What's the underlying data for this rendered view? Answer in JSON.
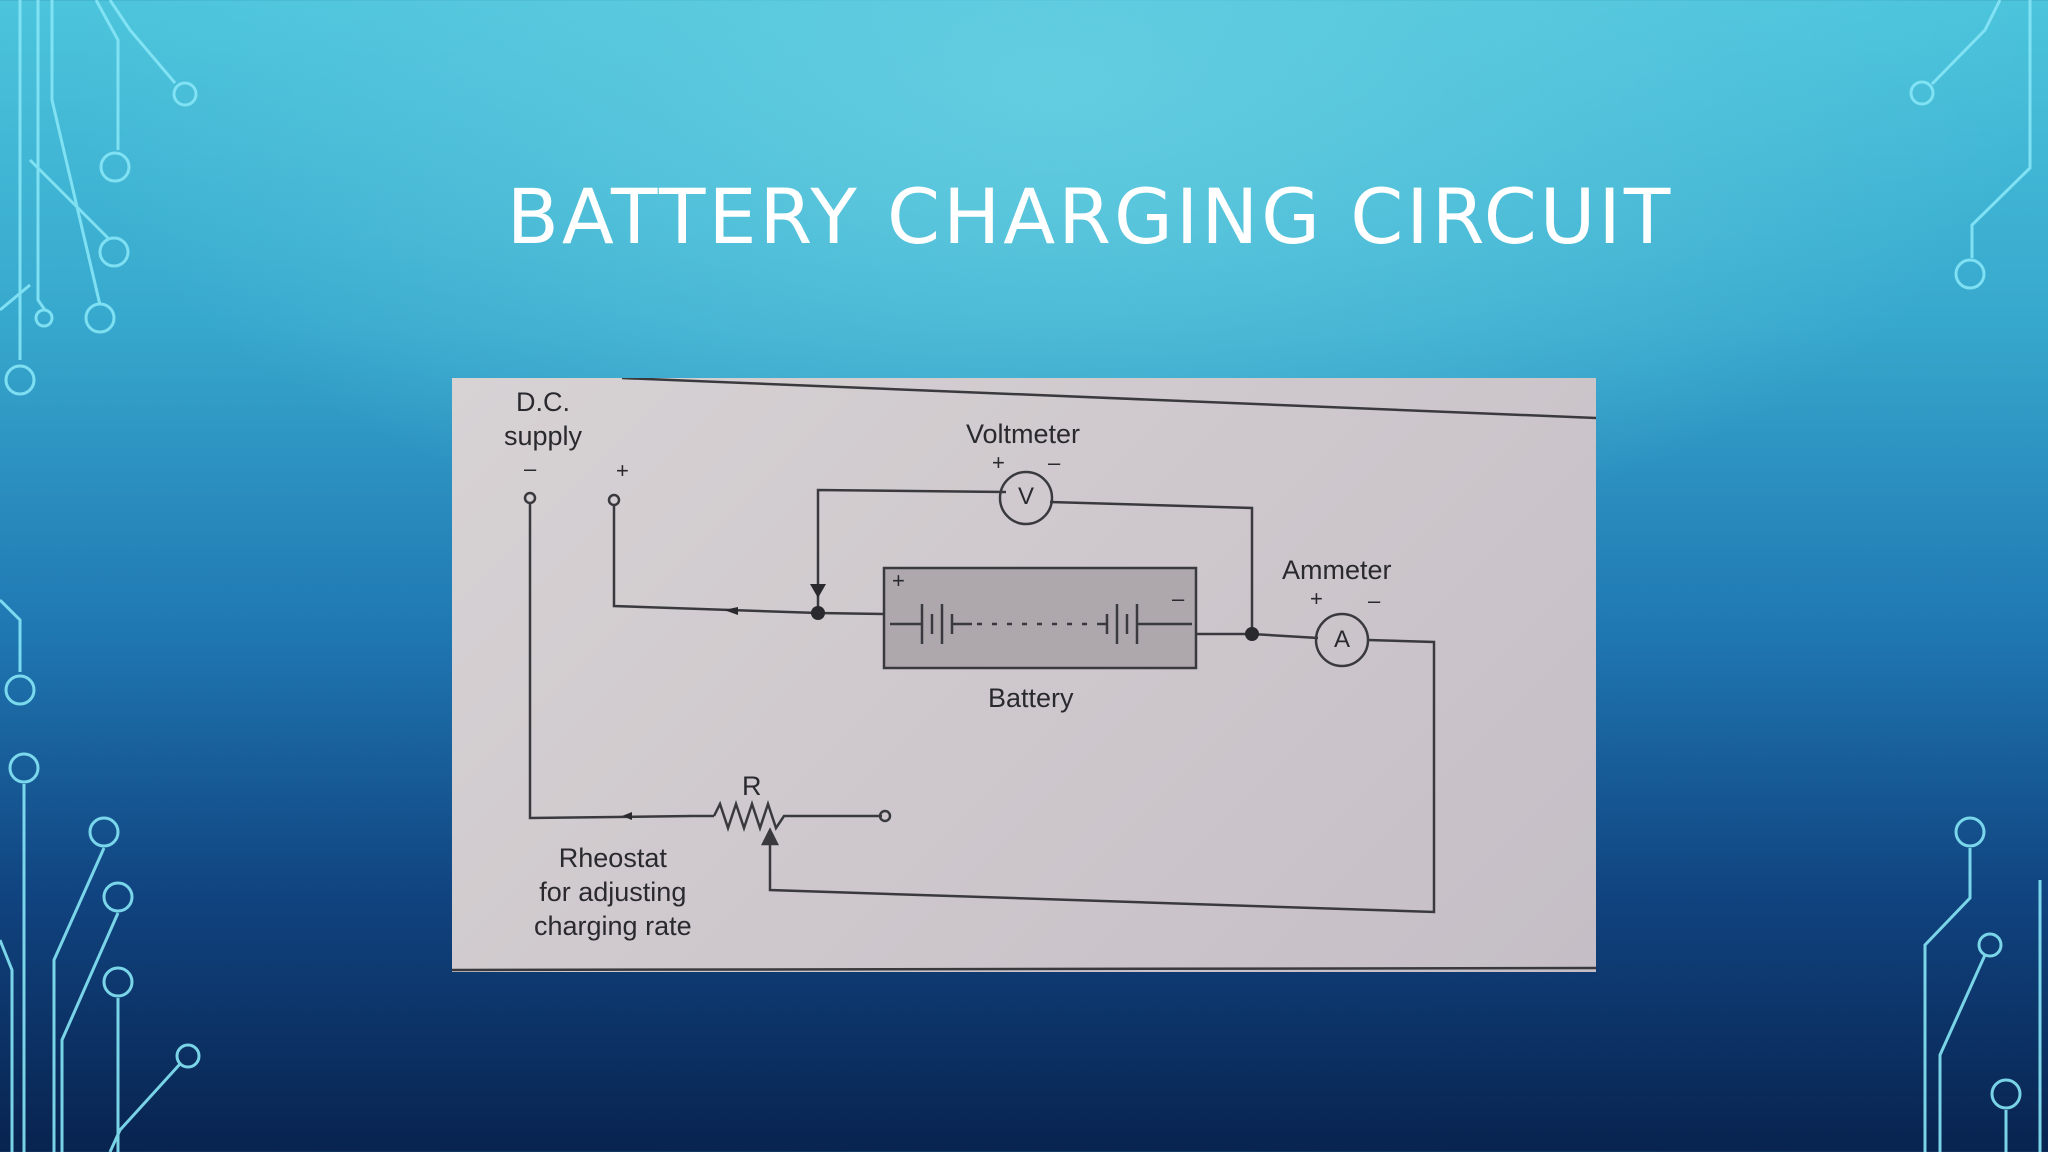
{
  "slide": {
    "title": "Battery Charging Circuit"
  },
  "diagram": {
    "dc_supply": "D.C.\nsupply",
    "voltmeter_label": "Voltmeter",
    "voltmeter_symbol": "V",
    "ammeter_label": "Ammeter",
    "ammeter_symbol": "A",
    "battery_label": "Battery",
    "resistor_label": "R",
    "rheostat_caption": "Rheostat\nfor adjusting\ncharging rate",
    "plus": "+",
    "minus": "–"
  },
  "colors": {
    "wire": "#3a3a3e",
    "battery_fill": "#aea8ad",
    "decor_line": "#7fe3f4"
  }
}
